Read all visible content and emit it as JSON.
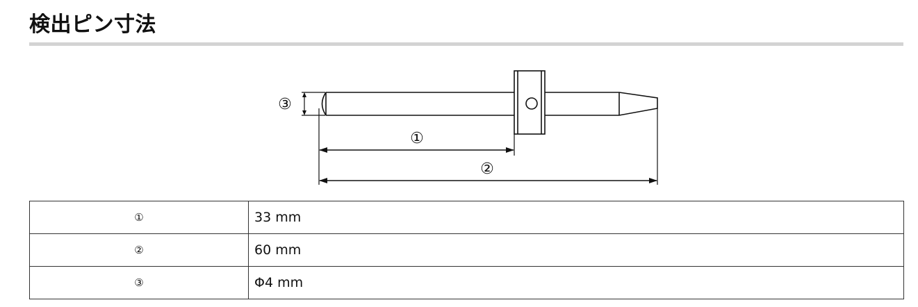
{
  "page": {
    "title": "検出ピン寸法"
  },
  "figure": {
    "labels": {
      "length_to_collar": "①",
      "total_length": "②",
      "diameter": "③"
    }
  },
  "table": {
    "rows": [
      {
        "key": "①",
        "value": "33 mm"
      },
      {
        "key": "②",
        "value": "60 mm"
      },
      {
        "key": "③",
        "value": "Φ4 mm"
      }
    ]
  },
  "colors": {
    "rule": "#d3d3d3",
    "line": "#111111",
    "table_border": "#333333"
  }
}
